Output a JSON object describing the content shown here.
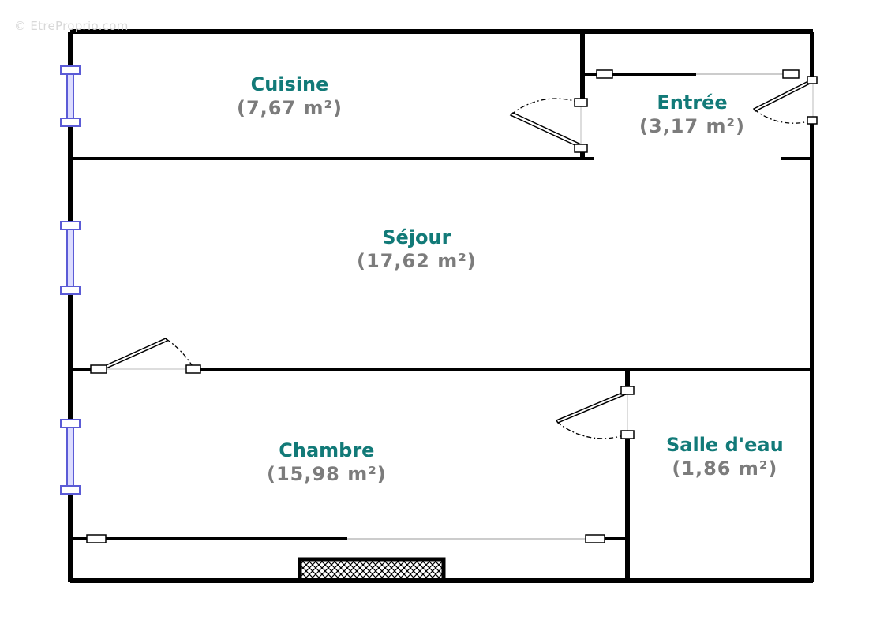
{
  "watermark": "© EtreProprio.com",
  "colors": {
    "wall": "#000000",
    "label": "#127a78",
    "area": "#7c7c7c",
    "window": "#5b5bd6",
    "chimney_hatch": "#000000"
  },
  "rooms": [
    {
      "name": "Cuisine",
      "area": "(7,67 m²)"
    },
    {
      "name": "Entrée",
      "area": "(3,17 m²)"
    },
    {
      "name": "Séjour",
      "area": "(17,62 m²)"
    },
    {
      "name": "Chambre",
      "area": "(15,98 m²)"
    },
    {
      "name": "Salle d'eau",
      "area": "(1,86 m²)"
    }
  ]
}
